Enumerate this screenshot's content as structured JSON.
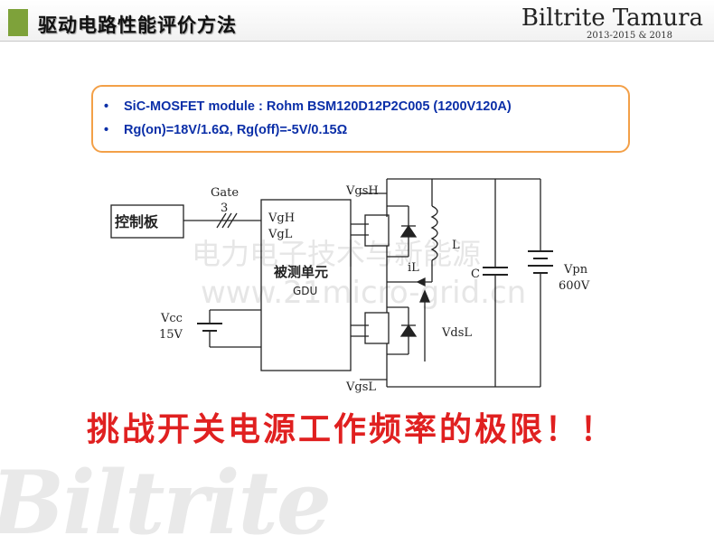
{
  "header": {
    "title": "驱动电路性能评价方法",
    "brand": "Biltrite Tamura",
    "brand_years": "2013-2015 & 2018"
  },
  "specs": {
    "line1": "SiC-MOSFET module : Rohm BSM120D12P2C005 (1200V120A)",
    "line2": "Rg(on)=18V/1.6Ω, Rg(off)=-5V/0.15Ω",
    "bullet": "•"
  },
  "diagram": {
    "control_board": "控制板",
    "gate_label": "Gate",
    "gate_count": "3",
    "vgh": "VgH",
    "vgl": "VgL",
    "dut_label": "被测单元",
    "gdu_label": "GDU",
    "vcc_label": "Vcc",
    "vcc_value": "15V",
    "vgsh": "VgsH",
    "vgsl": "VgsL",
    "inductor": "L",
    "current": "iL",
    "capacitor": "C",
    "vdsl": "VdsL",
    "vpn_label": "Vpn",
    "vpn_value": "600V"
  },
  "watermark": {
    "line1": "电力电子技术与新能源",
    "line2": "www.21micro-grid.cn",
    "logo": "Biltrite"
  },
  "slogan": "挑战开关电源工作频率的极限！！",
  "colors": {
    "accent_green": "#7ea23a",
    "box_border": "#f3a048",
    "spec_text": "#0b2fa8",
    "slogan": "#e02020"
  }
}
